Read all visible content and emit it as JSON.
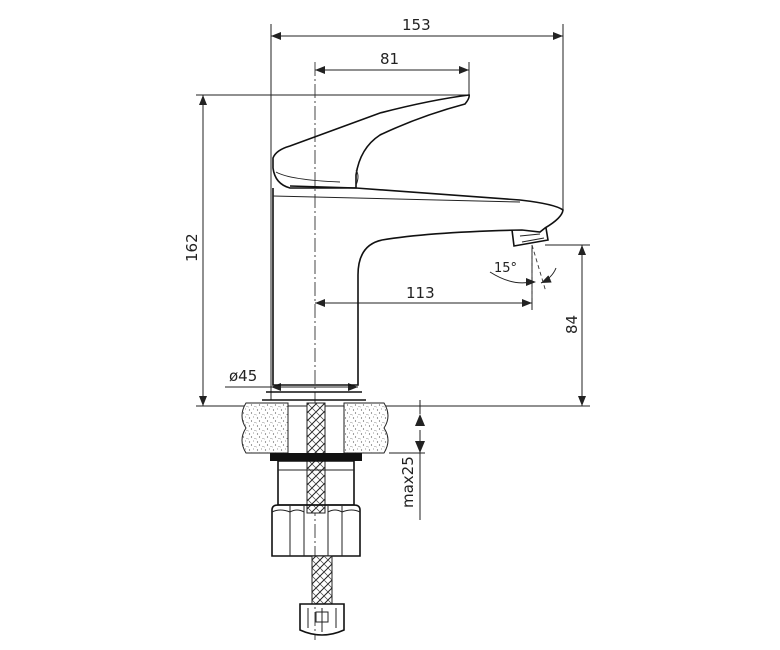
{
  "dimensions": {
    "overall_width": "153",
    "handle_width": "81",
    "spout_reach": "113",
    "total_height": "162",
    "spout_height": "84",
    "base_diameter": "ø45",
    "max_counter_thickness": "max25",
    "spout_angle": "15°"
  }
}
